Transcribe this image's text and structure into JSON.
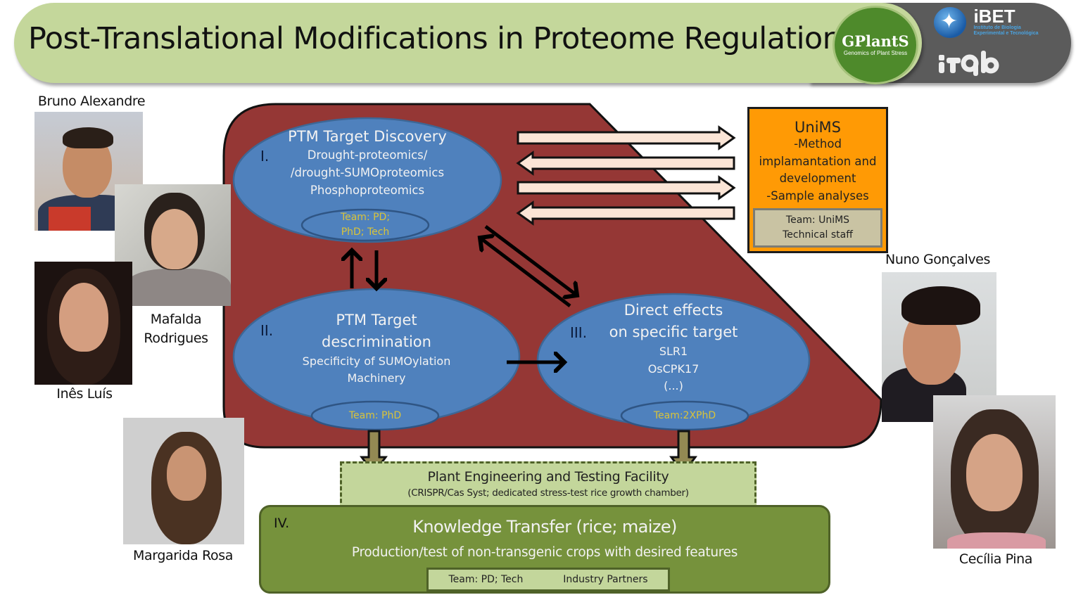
{
  "header": {
    "title": "Post-Translational Modifications in Proteome Regulation",
    "logos": {
      "gplants": {
        "name": "GPlantS",
        "tagline": "Genomics of Plant Stress",
        "color": "#4e8a2b"
      },
      "ibet": {
        "name": "iBET",
        "subtitle_line1": "Instituto de Biologia",
        "subtitle_line2": "Experimental e Tecnológica"
      },
      "itqb": {
        "name": "ITQB"
      }
    }
  },
  "people": [
    {
      "name": "Bruno Alexandre"
    },
    {
      "name_line1": "Mafalda",
      "name_line2": "Rodrigues"
    },
    {
      "name": "Inês Luís"
    },
    {
      "name": "Margarida Rosa"
    },
    {
      "name": "Nuno Gonçalves"
    },
    {
      "name": "Cecília Pina"
    }
  ],
  "diagram": {
    "colors": {
      "container": "#953735",
      "ellipse": "#4f81bd",
      "team_text": "#d9c33a",
      "unims": "#ff9a05",
      "facility": "#c3d69b",
      "transfer": "#76923c",
      "flow_arrow": "#fbe5d6",
      "down_arrow": "#938953"
    },
    "discovery": {
      "roman": "I.",
      "title": "PTM Target Discovery",
      "lines": [
        "Drought-proteomics/",
        "/drought-SUMOproteomics",
        "Phosphoproteomics"
      ],
      "team_line1": "Team: PD;",
      "team_line2": "PhD; Tech"
    },
    "discrimination": {
      "roman": "II.",
      "title_line1": "PTM Target",
      "title_line2": "descrimination",
      "lines": [
        "Specificity of SUMOylation",
        "Machinery"
      ],
      "team": "Team: PhD"
    },
    "direct_effects": {
      "roman": "III.",
      "title_line1": "Direct effects",
      "title_line2": "on specific target",
      "lines": [
        "SLR1",
        "OsCPK17",
        "(...)"
      ],
      "team": "Team:2XPhD"
    },
    "unims": {
      "title": "UniMS",
      "lines": [
        "-Method",
        "implamantation and",
        "development",
        "-Sample analyses"
      ],
      "team_line1": "Team: UniMS",
      "team_line2": "Technical staff"
    },
    "facility": {
      "title": "Plant Engineering  and  Testing Facility",
      "subtitle": "(CRISPR/Cas Syst; dedicated stress-test  rice growth chamber)"
    },
    "transfer": {
      "roman": "IV.",
      "title": "Knowledge Transfer (rice; maize)",
      "subtitle": "Production/test of non-transgenic crops with desired features",
      "team": "Team: PD; Tech",
      "partners": "Industry Partners"
    }
  }
}
